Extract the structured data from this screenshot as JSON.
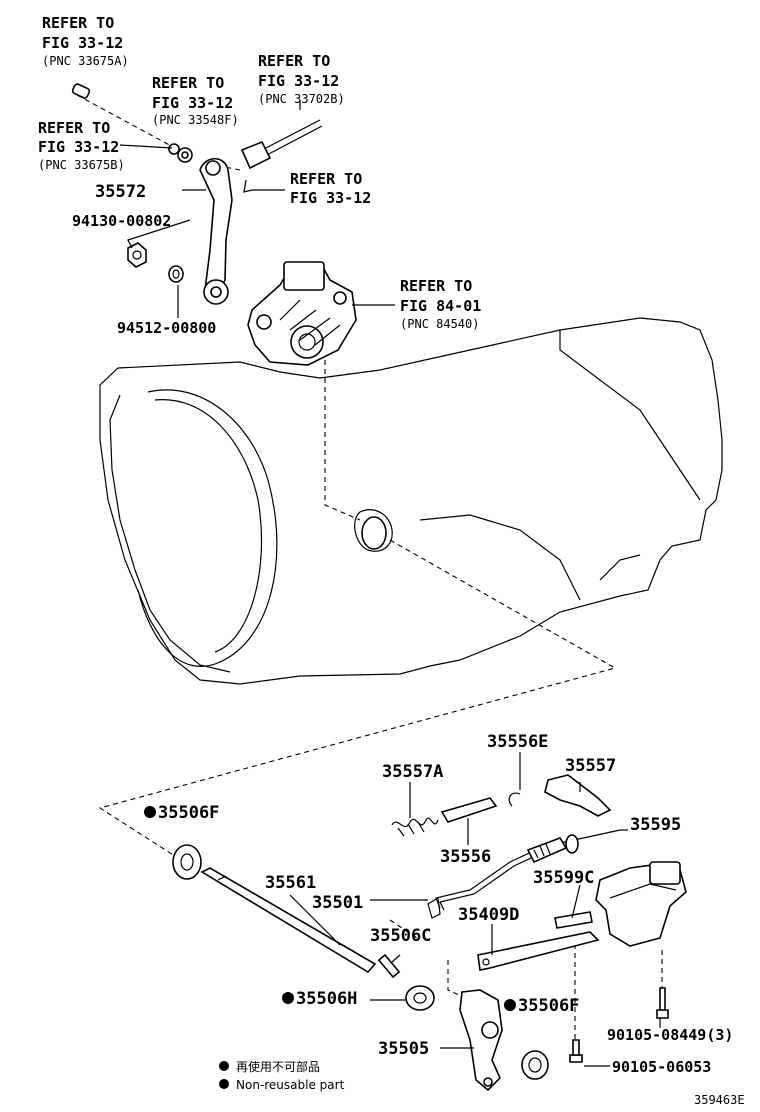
{
  "callouts": {
    "ref_33675a": {
      "line1": "REFER TO",
      "line2": "FIG 33-12",
      "pnc": "(PNC 33675A)"
    },
    "ref_33548f": {
      "line1": "REFER TO",
      "line2": "FIG 33-12",
      "pnc": "(PNC 33548F)"
    },
    "ref_33702b": {
      "line1": "REFER TO",
      "line2": "FIG 33-12",
      "pnc": "(PNC 33702B)"
    },
    "ref_33675b": {
      "line1": "REFER TO",
      "line2": "FIG 33-12",
      "pnc": "(PNC 33675B)"
    },
    "ref_fig3312": {
      "line1": "REFER TO",
      "line2": "FIG 33-12"
    },
    "ref_84540": {
      "line1": "REFER TO",
      "line2": "FIG 84-01",
      "pnc": "(PNC 84540)"
    }
  },
  "parts": {
    "p35572": "35572",
    "p94130": "94130-00802",
    "p94512": "94512-00800",
    "p35556E": "35556E",
    "p35557A": "35557A",
    "p35557": "35557",
    "p35506F_top": "35506F",
    "p35595": "35595",
    "p35556": "35556",
    "p35599C": "35599C",
    "p35561": "35561",
    "p35501": "35501",
    "p35409D": "35409D",
    "p35506C": "35506C",
    "p35506H": "35506H",
    "p35506F_bot": "35506F",
    "p90105_08449": "90105-08449(3)",
    "p35505": "35505",
    "p90105_06053": "90105-06053"
  },
  "legend": {
    "jp": "再使用不可部品",
    "en": "Non-reusable part"
  },
  "figure_id": "359463E"
}
